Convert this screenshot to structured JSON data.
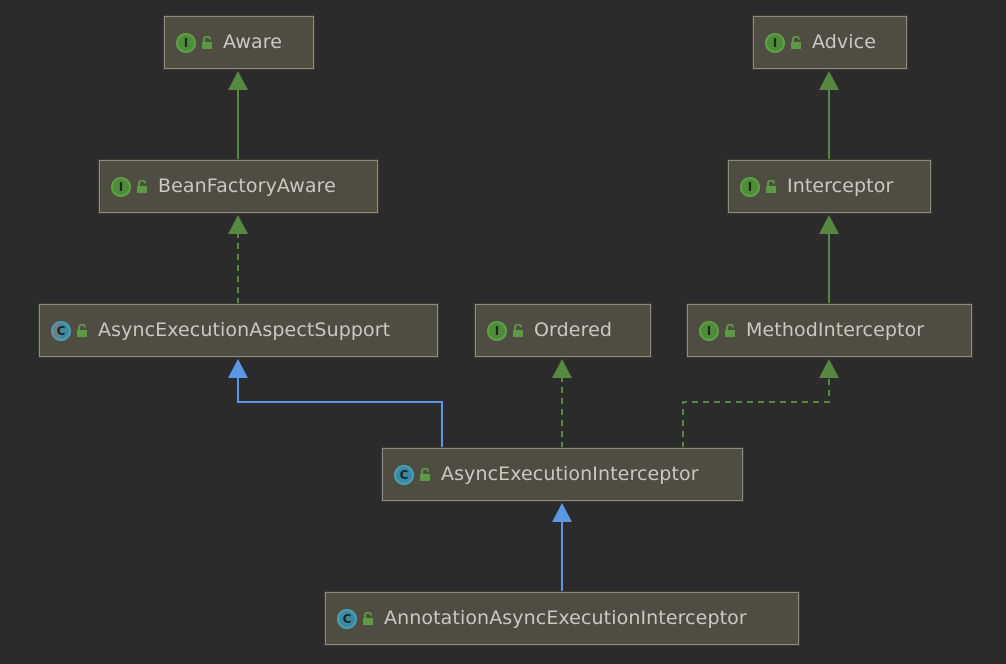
{
  "colors": {
    "background": "#2b2b2b",
    "node_fill": "#4f4d41",
    "node_border": "#8e8c7e",
    "label_text": "#c9c9c3",
    "interface_inherit_edge": "#56893f",
    "class_inherit_edge": "#5b97e4"
  },
  "nodes": [
    {
      "id": "aware",
      "label": "Aware",
      "kind": "interface",
      "kind_letter": "I",
      "access_icon": "public-lock-icon"
    },
    {
      "id": "advice",
      "label": "Advice",
      "kind": "interface",
      "kind_letter": "I",
      "access_icon": "public-lock-icon"
    },
    {
      "id": "bean-factory-aware",
      "label": "BeanFactoryAware",
      "kind": "interface",
      "kind_letter": "I",
      "access_icon": "public-lock-icon"
    },
    {
      "id": "interceptor",
      "label": "Interceptor",
      "kind": "interface",
      "kind_letter": "I",
      "access_icon": "public-lock-icon"
    },
    {
      "id": "async-execution-aspect-support",
      "label": "AsyncExecutionAspectSupport",
      "kind": "abstract-class",
      "kind_letter": "C",
      "access_icon": "public-lock-icon"
    },
    {
      "id": "ordered",
      "label": "Ordered",
      "kind": "interface",
      "kind_letter": "I",
      "access_icon": "public-lock-icon"
    },
    {
      "id": "method-interceptor",
      "label": "MethodInterceptor",
      "kind": "interface",
      "kind_letter": "I",
      "access_icon": "public-lock-icon"
    },
    {
      "id": "async-execution-interceptor",
      "label": "AsyncExecutionInterceptor",
      "kind": "class",
      "kind_letter": "C",
      "access_icon": "public-lock-icon"
    },
    {
      "id": "annotation-async-execution-interceptor",
      "label": "AnnotationAsyncExecutionInterceptor",
      "kind": "class",
      "kind_letter": "C",
      "access_icon": "public-lock-icon"
    }
  ],
  "edges": [
    {
      "from": "bean-factory-aware",
      "to": "aware",
      "relation": "extends-interface",
      "style": "solid",
      "color": "#56893f"
    },
    {
      "from": "interceptor",
      "to": "advice",
      "relation": "extends-interface",
      "style": "solid",
      "color": "#56893f"
    },
    {
      "from": "async-execution-aspect-support",
      "to": "bean-factory-aware",
      "relation": "implements",
      "style": "dashed",
      "color": "#56893f"
    },
    {
      "from": "method-interceptor",
      "to": "interceptor",
      "relation": "extends-interface",
      "style": "solid",
      "color": "#56893f"
    },
    {
      "from": "async-execution-interceptor",
      "to": "async-execution-aspect-support",
      "relation": "extends-class",
      "style": "solid",
      "color": "#5b97e4"
    },
    {
      "from": "async-execution-interceptor",
      "to": "ordered",
      "relation": "implements",
      "style": "dashed",
      "color": "#56893f"
    },
    {
      "from": "async-execution-interceptor",
      "to": "method-interceptor",
      "relation": "implements",
      "style": "dashed",
      "color": "#56893f"
    },
    {
      "from": "annotation-async-execution-interceptor",
      "to": "async-execution-interceptor",
      "relation": "extends-class",
      "style": "solid",
      "color": "#5b97e4"
    }
  ]
}
